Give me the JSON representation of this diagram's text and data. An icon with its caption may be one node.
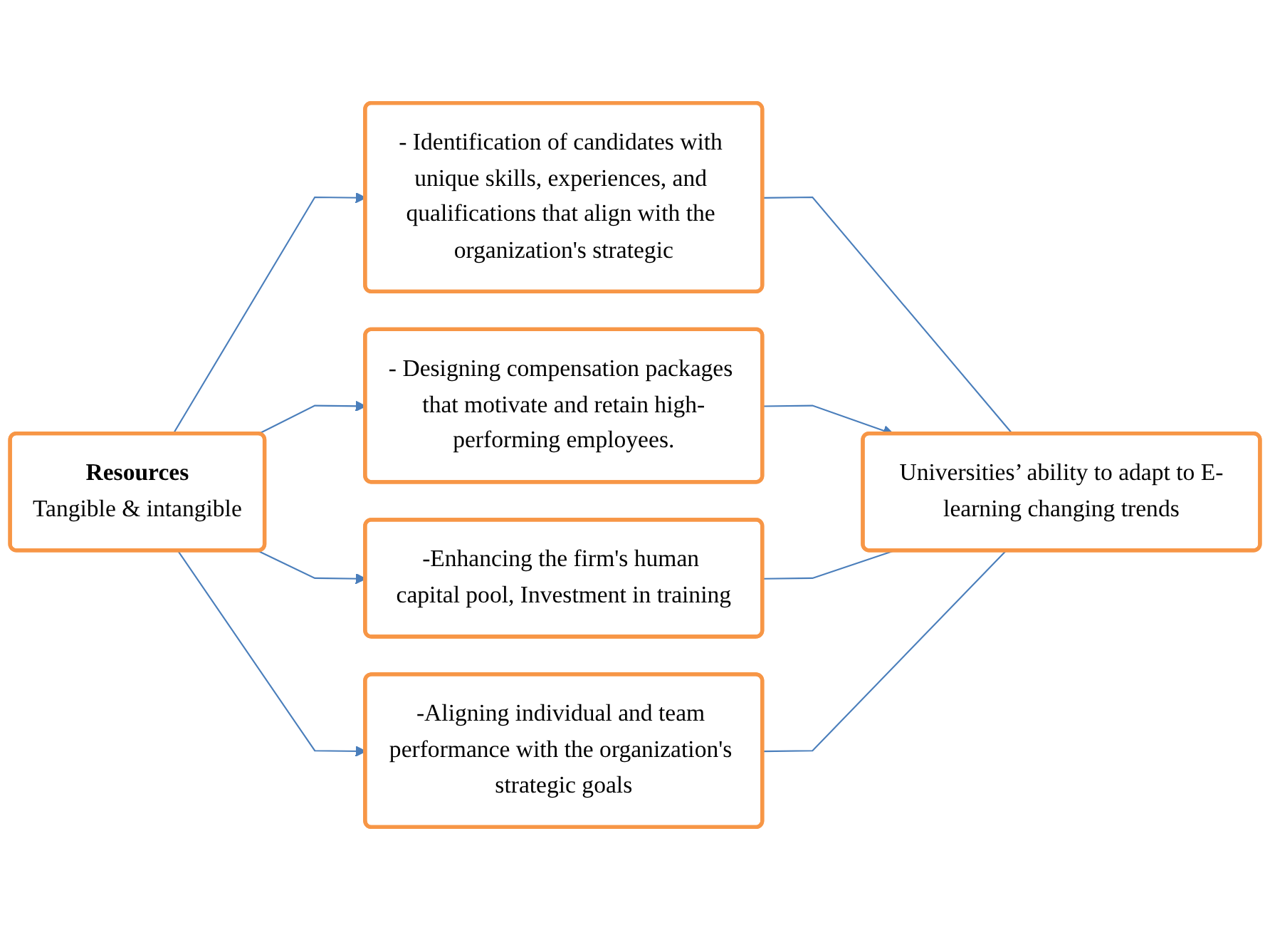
{
  "diagram": {
    "nodes": [
      {
        "text": [
          "Resources",
          "Tangible & intangible"
        ]
      },
      {
        "text": [
          "- Identification of candidates with unique skills, experiences, and qualifications that align with the organization's strategic"
        ]
      },
      {
        "text": [
          "- Designing compensation packages that motivate and retain high-performing employees."
        ]
      },
      {
        "text": [
          "-Enhancing the firm's human capital pool, Investment in training"
        ]
      },
      {
        "text": [
          "-Aligning individual and team performance with the organization's strategic goals"
        ]
      },
      {
        "text": [
          "Universities’ ability to adapt to E-learning changing trends"
        ]
      }
    ],
    "edges": [
      {
        "from": 0,
        "to": 1,
        "arrow": "to"
      },
      {
        "from": 0,
        "to": 2,
        "arrow": "to"
      },
      {
        "from": 0,
        "to": 3,
        "arrow": "to"
      },
      {
        "from": 0,
        "to": 4,
        "arrow": "to"
      },
      {
        "from": 1,
        "to": 5,
        "arrow": "none"
      },
      {
        "from": 2,
        "to": 5,
        "arrow": "to"
      },
      {
        "from": 3,
        "to": 5,
        "arrow": "none"
      },
      {
        "from": 4,
        "to": 5,
        "arrow": "none"
      }
    ]
  }
}
